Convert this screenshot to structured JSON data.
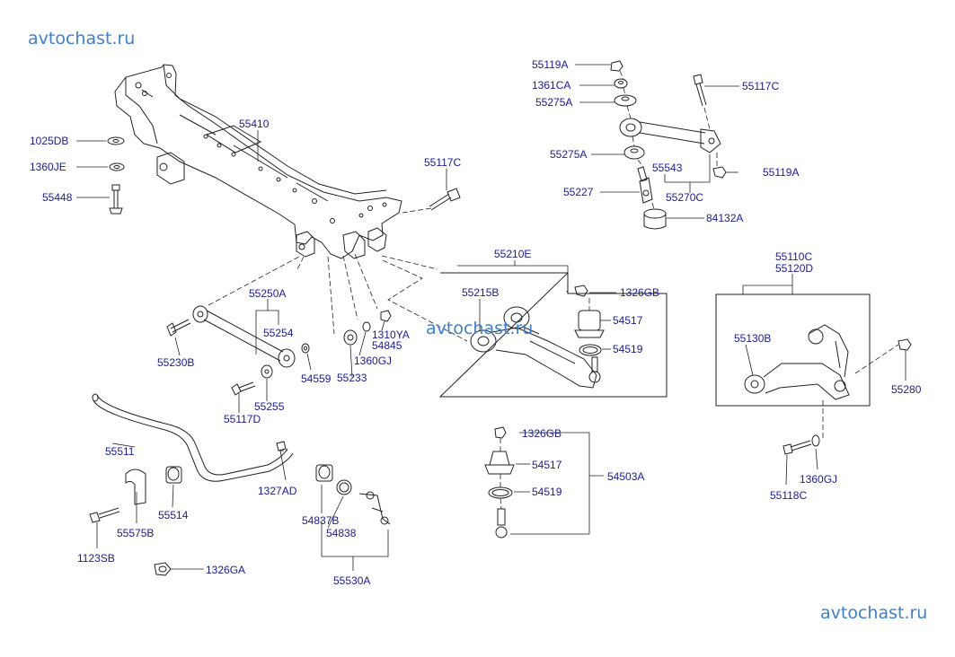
{
  "watermarks": [
    "avtochast.ru",
    "avtochast.ru",
    "avtochast.ru"
  ],
  "labels": {
    "p55410": "55410",
    "p1025DB": "1025DB",
    "p1360JE": "1360JE",
    "p55448": "55448",
    "p55117C_top": "55117C",
    "p55119A_top": "55119A",
    "p1361CA": "1361CA",
    "p55275A_top": "55275A",
    "p55117C_right": "55117C",
    "p55275A_mid": "55275A",
    "p55543": "55543",
    "p55119A_right": "55119A",
    "p55227": "55227",
    "p55270C": "55270C",
    "p84132A": "84132A",
    "p55210E": "55210E",
    "p55215B": "55215B",
    "p1326GB_top": "1326GB",
    "p54517_top": "54517",
    "p54519_top": "54519",
    "p55250A": "55250A",
    "p55254": "55254",
    "p55230B": "55230B",
    "p54559": "54559",
    "p55233": "55233",
    "p1360GJ_mid": "1360GJ",
    "p1310YA": "1310YA",
    "p54845": "54845",
    "p55255": "55255",
    "p55117D": "55117D",
    "p55110C": "55110C",
    "p55120D": "55120D",
    "p55130B": "55130B",
    "p55280": "55280",
    "p55511": "55511",
    "p1327AD": "1327AD",
    "p55514": "55514",
    "p55575B": "55575B",
    "p1123SB": "1123SB",
    "p1326GA": "1326GA",
    "p54837B": "54837B",
    "p54838": "54838",
    "p55530A": "55530A",
    "p1326GB_bot": "1326GB",
    "p54517_bot": "54517",
    "p54519_bot": "54519",
    "p54503A": "54503A",
    "p55118C": "55118C",
    "p1360GJ_right": "1360GJ"
  }
}
